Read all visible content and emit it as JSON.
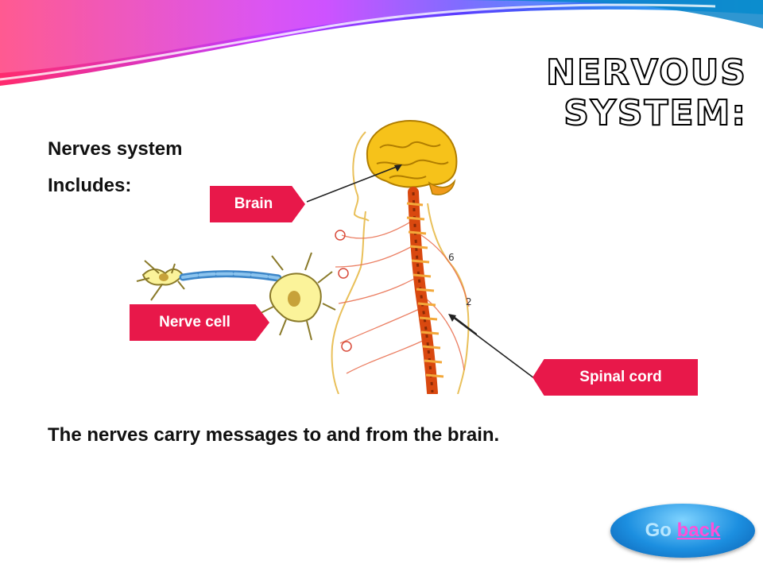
{
  "slide": {
    "title": "Nervous System:",
    "lines": [
      "Nerves system",
      "Includes:",
      "The nerves carry messages to and from the brain."
    ]
  },
  "callouts": {
    "brain": "Brain",
    "nerve_cell": "Nerve cell",
    "spinal_cord": "Spinal cord"
  },
  "nav": {
    "go": "Go",
    "back": "back"
  },
  "colors": {
    "callout": "#e8184a",
    "button": "#1c8fe0",
    "link": "#ff4fd8",
    "brain": "#f6c21a",
    "spine": "#d9480f"
  },
  "icons": [
    "brain-icon",
    "spinal-cord-icon",
    "neuron-icon"
  ]
}
